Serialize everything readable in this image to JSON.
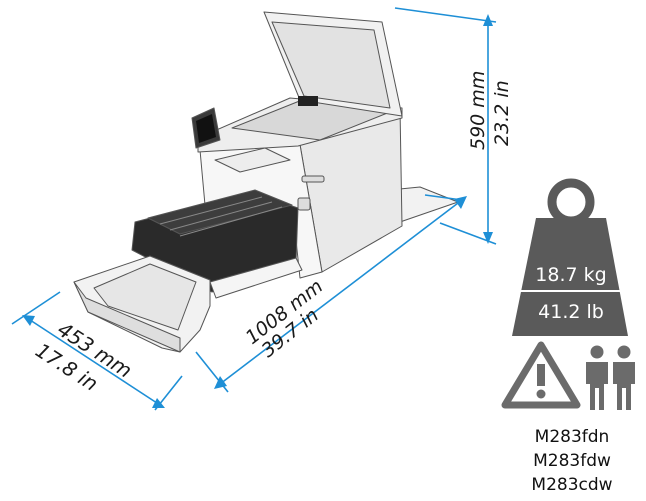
{
  "dimensions": {
    "height": {
      "metric": "590 mm",
      "imperial": "23.2 in"
    },
    "depth_total": {
      "metric": "1008 mm",
      "imperial": "39.7 in"
    },
    "width": {
      "metric": "453 mm",
      "imperial": "17.8 in"
    }
  },
  "weight": {
    "metric": "18.7 kg",
    "imperial": "41.2 lb"
  },
  "icons": [
    "printer-illustration",
    "weight-icon",
    "warning-icon",
    "two-person-lift-icon"
  ],
  "colors": {
    "dimension_line": "#1e8fd6",
    "weight_icon": "#5a5a5a",
    "warning_icon": "#6b6b6b",
    "text": "#111111"
  },
  "models": [
    "M283fdn",
    "M283fdw",
    "M283cdw"
  ]
}
